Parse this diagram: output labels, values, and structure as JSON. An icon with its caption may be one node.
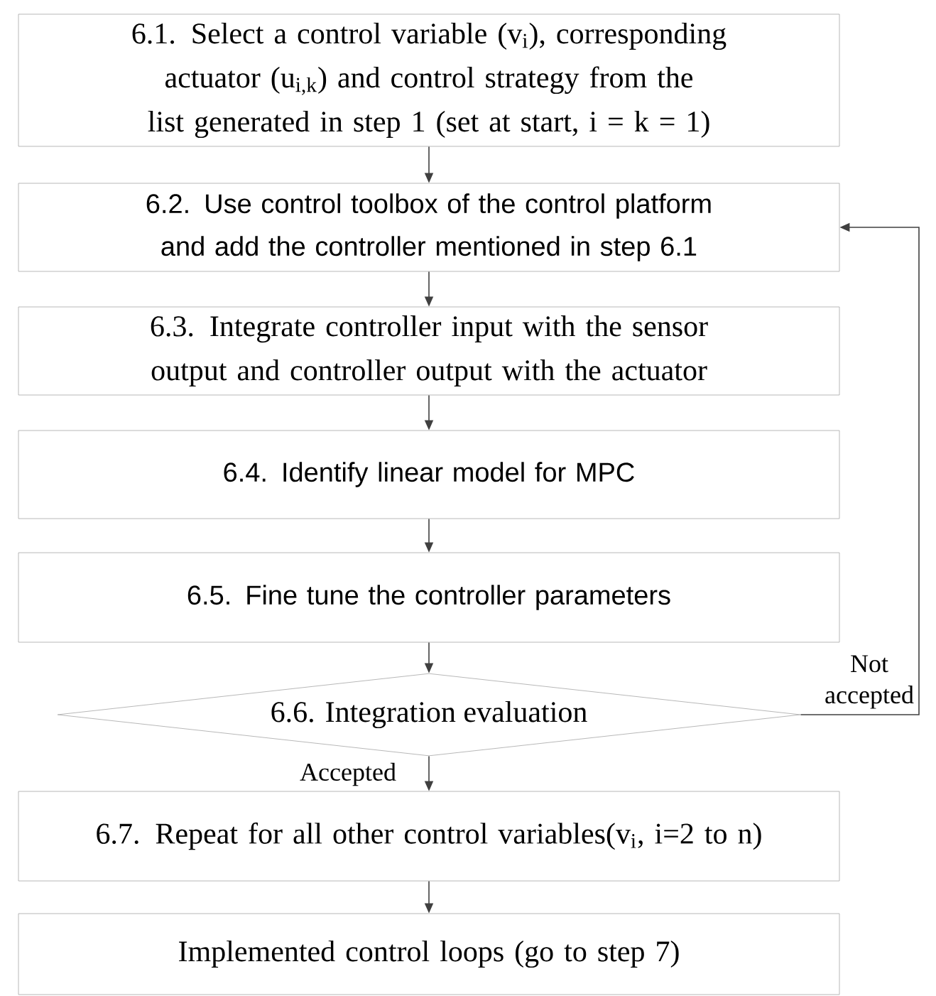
{
  "diagram": {
    "nodes": [
      {
        "text": [
          "6.1. Select a control variable (v$_{i}$), corresponding actuator (u$_{i,k}$) and control strategy from the list generated in step 1 (set at start, i = k = 1)"
        ]
      },
      {
        "text": [
          "6.2. Use control toolbox of the control platform and add the controller mentioned in step 6.1"
        ]
      },
      {
        "text": [
          "6.3. Integrate controller input with the sensor output and controller output with the actuator"
        ]
      },
      {
        "text": [
          "6.4. Identify linear model for MPC"
        ]
      },
      {
        "text": [
          "6.5. Fine tune the controller parameters"
        ]
      },
      {
        "text": [
          "6.6. Integration evaluation"
        ]
      },
      {
        "text": [
          "6.7. Repeat for all other control variables(v$_{i}$, i=2 to n)"
        ]
      },
      {
        "text": [
          "Implemented control loops (go to step 7)"
        ]
      }
    ],
    "edges": [
      {
        "from": 0,
        "to": 1,
        "arrow": "to"
      },
      {
        "from": 1,
        "to": 2,
        "arrow": "to"
      },
      {
        "from": 2,
        "to": 3,
        "arrow": "to"
      },
      {
        "from": 3,
        "to": 4,
        "arrow": "to"
      },
      {
        "from": 4,
        "to": 5,
        "arrow": "to"
      },
      {
        "from": 5,
        "to": 1,
        "arrow": "to",
        "label": "Not accepted"
      },
      {
        "from": 5,
        "to": 6,
        "arrow": "to",
        "label": "Accepted"
      },
      {
        "from": 6,
        "to": 7,
        "arrow": "to"
      }
    ]
  }
}
